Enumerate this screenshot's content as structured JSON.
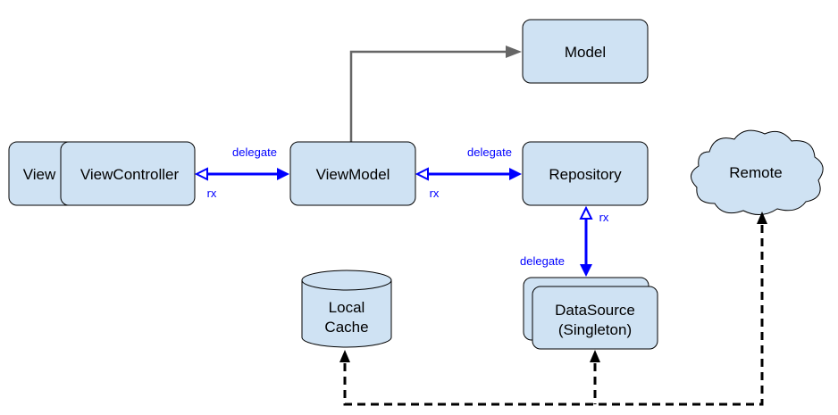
{
  "colors": {
    "node_fill": "#cfe2f3",
    "node_stroke": "#000000",
    "delegate_link": "#0000ff",
    "model_link": "#666666",
    "remote_link": "#000000"
  },
  "nodes": {
    "view": "View",
    "view_controller": "ViewController",
    "view_model": "ViewModel",
    "model": "Model",
    "repository": "Repository",
    "remote": "Remote",
    "local_cache_line1": "Local",
    "local_cache_line2": "Cache",
    "data_source_line1": "DataSource",
    "data_source_line2": "(Singleton)"
  },
  "edges": {
    "vc_vm_delegate": "delegate",
    "vc_vm_rx": "rx",
    "vm_repo_delegate": "delegate",
    "vm_repo_rx": "rx",
    "repo_ds_rx": "rx",
    "repo_ds_delegate": "delegate"
  }
}
